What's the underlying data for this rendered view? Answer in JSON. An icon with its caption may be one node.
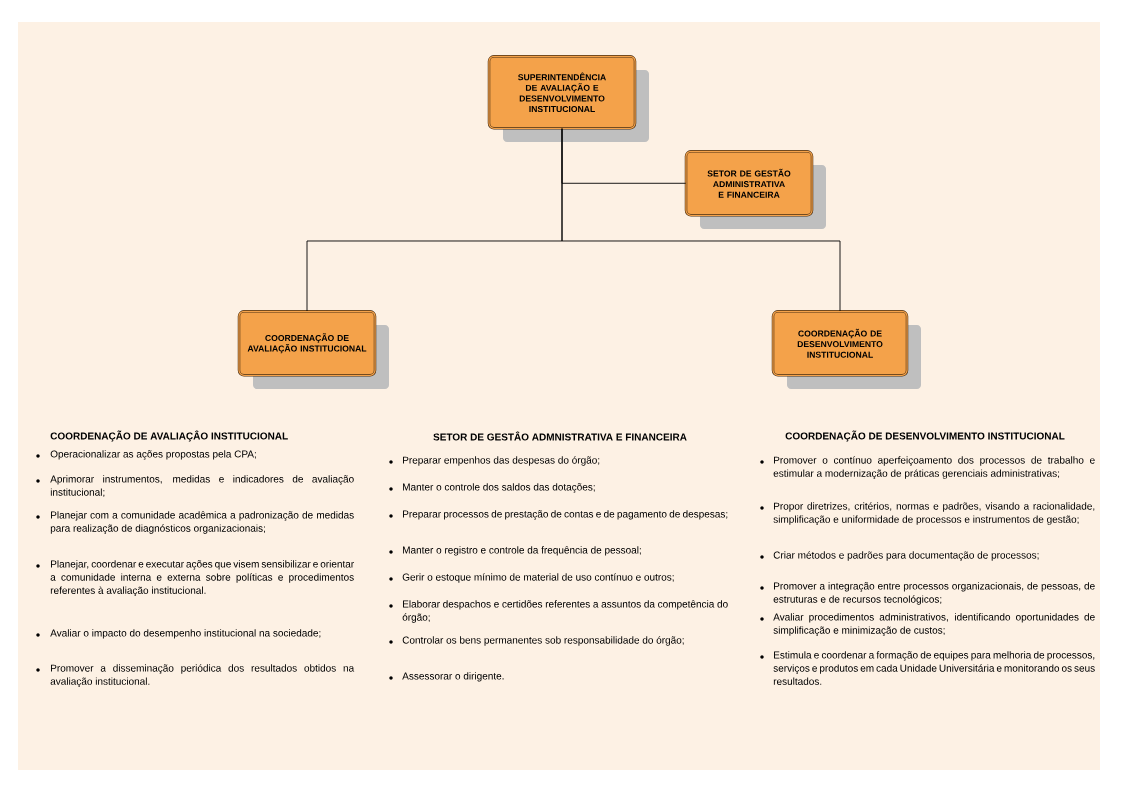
{
  "diagram": {
    "nodes": [
      {
        "text": [
          "SUPERINTENDÊNCIA DE AVALIAÇÃO E DESENVOLVIMENTO INSTITUCIONAL"
        ]
      },
      {
        "text": [
          "SETOR DE GESTÃO ADMINISTRATIVA E FINANCEIRA"
        ]
      },
      {
        "text": [
          "COORDENAÇÃO DE AVALIAÇÃO INSTITUCIONAL"
        ]
      },
      {
        "text": [
          "COORDENAÇÃO DE DESENVOLVIMENTO INSTITUCIONAL"
        ]
      }
    ],
    "edges": [
      {
        "from": 0,
        "to": 1,
        "arrow": "none"
      },
      {
        "from": 0,
        "to": 2,
        "arrow": "none"
      },
      {
        "from": 0,
        "to": 3,
        "arrow": "none"
      }
    ],
    "labels": [
      "COORDENAÇÃO DE AVALIAÇÂO INSTITUCIONAL",
      "Operacionalizar as ações propostas pela CPA;",
      "Aprimorar instrumentos, medidas e indicadores de avaliação institucional;",
      "Planejar com a comunidade acadêmica a padronização de medidas para realização de diagnósticos organizacionais;",
      "Planejar, coordenar e executar ações que visem sensibilizar e orientar a comunidade interna e externa sobre políticas e procedimentos referentes à avaliação institucional.",
      "Avaliar o impacto do desempenho institucional na sociedade;",
      "Promover a disseminação periódica dos resultados obtidos na avaliação institucional.",
      "SETOR DE GESTÂO ADMNISTRATIVA E FINANCEIRA",
      "Preparar empenhos das despesas do órgão;",
      "Manter o controle dos saldos das dotações;",
      "Preparar processos de prestação de contas e de pagamento de despesas;",
      "Manter o registro e controle da frequência de pessoal;",
      "Gerir o estoque mínimo de material de uso contínuo e outros;",
      "Elaborar despachos e certidões referentes a assuntos da competência do órgão;",
      "Controlar os bens permanentes sob responsabilidade do órgão;",
      "Assessorar o dirigente.",
      "COORDENAÇÃO DE DESENVOLVIMENTO INSTITUCIONAL",
      "Promover o contínuo aperfeiçoamento dos processos de trabalho e estimular a modernização de práticas gerenciais administrativas;",
      "Propor diretrizes, critérios, normas e padrões, visando a racionalidade, simplificação e uniformidade de processos e instrumentos de gestão;",
      "Criar métodos e padrões para documentação de processos;",
      "Promover a integração entre processos organizacionais, de pessoas, de estruturas e de recursos tecnológicos;",
      "Avaliar procedimentos administrativos, identificando oportunidades de simplificação e minimização de custos;",
      "Estimula e coordenar a formação de equipes para melhoria de processos, serviços e produtos em cada Unidade Universitária e monitorando os seus resultados."
    ]
  }
}
